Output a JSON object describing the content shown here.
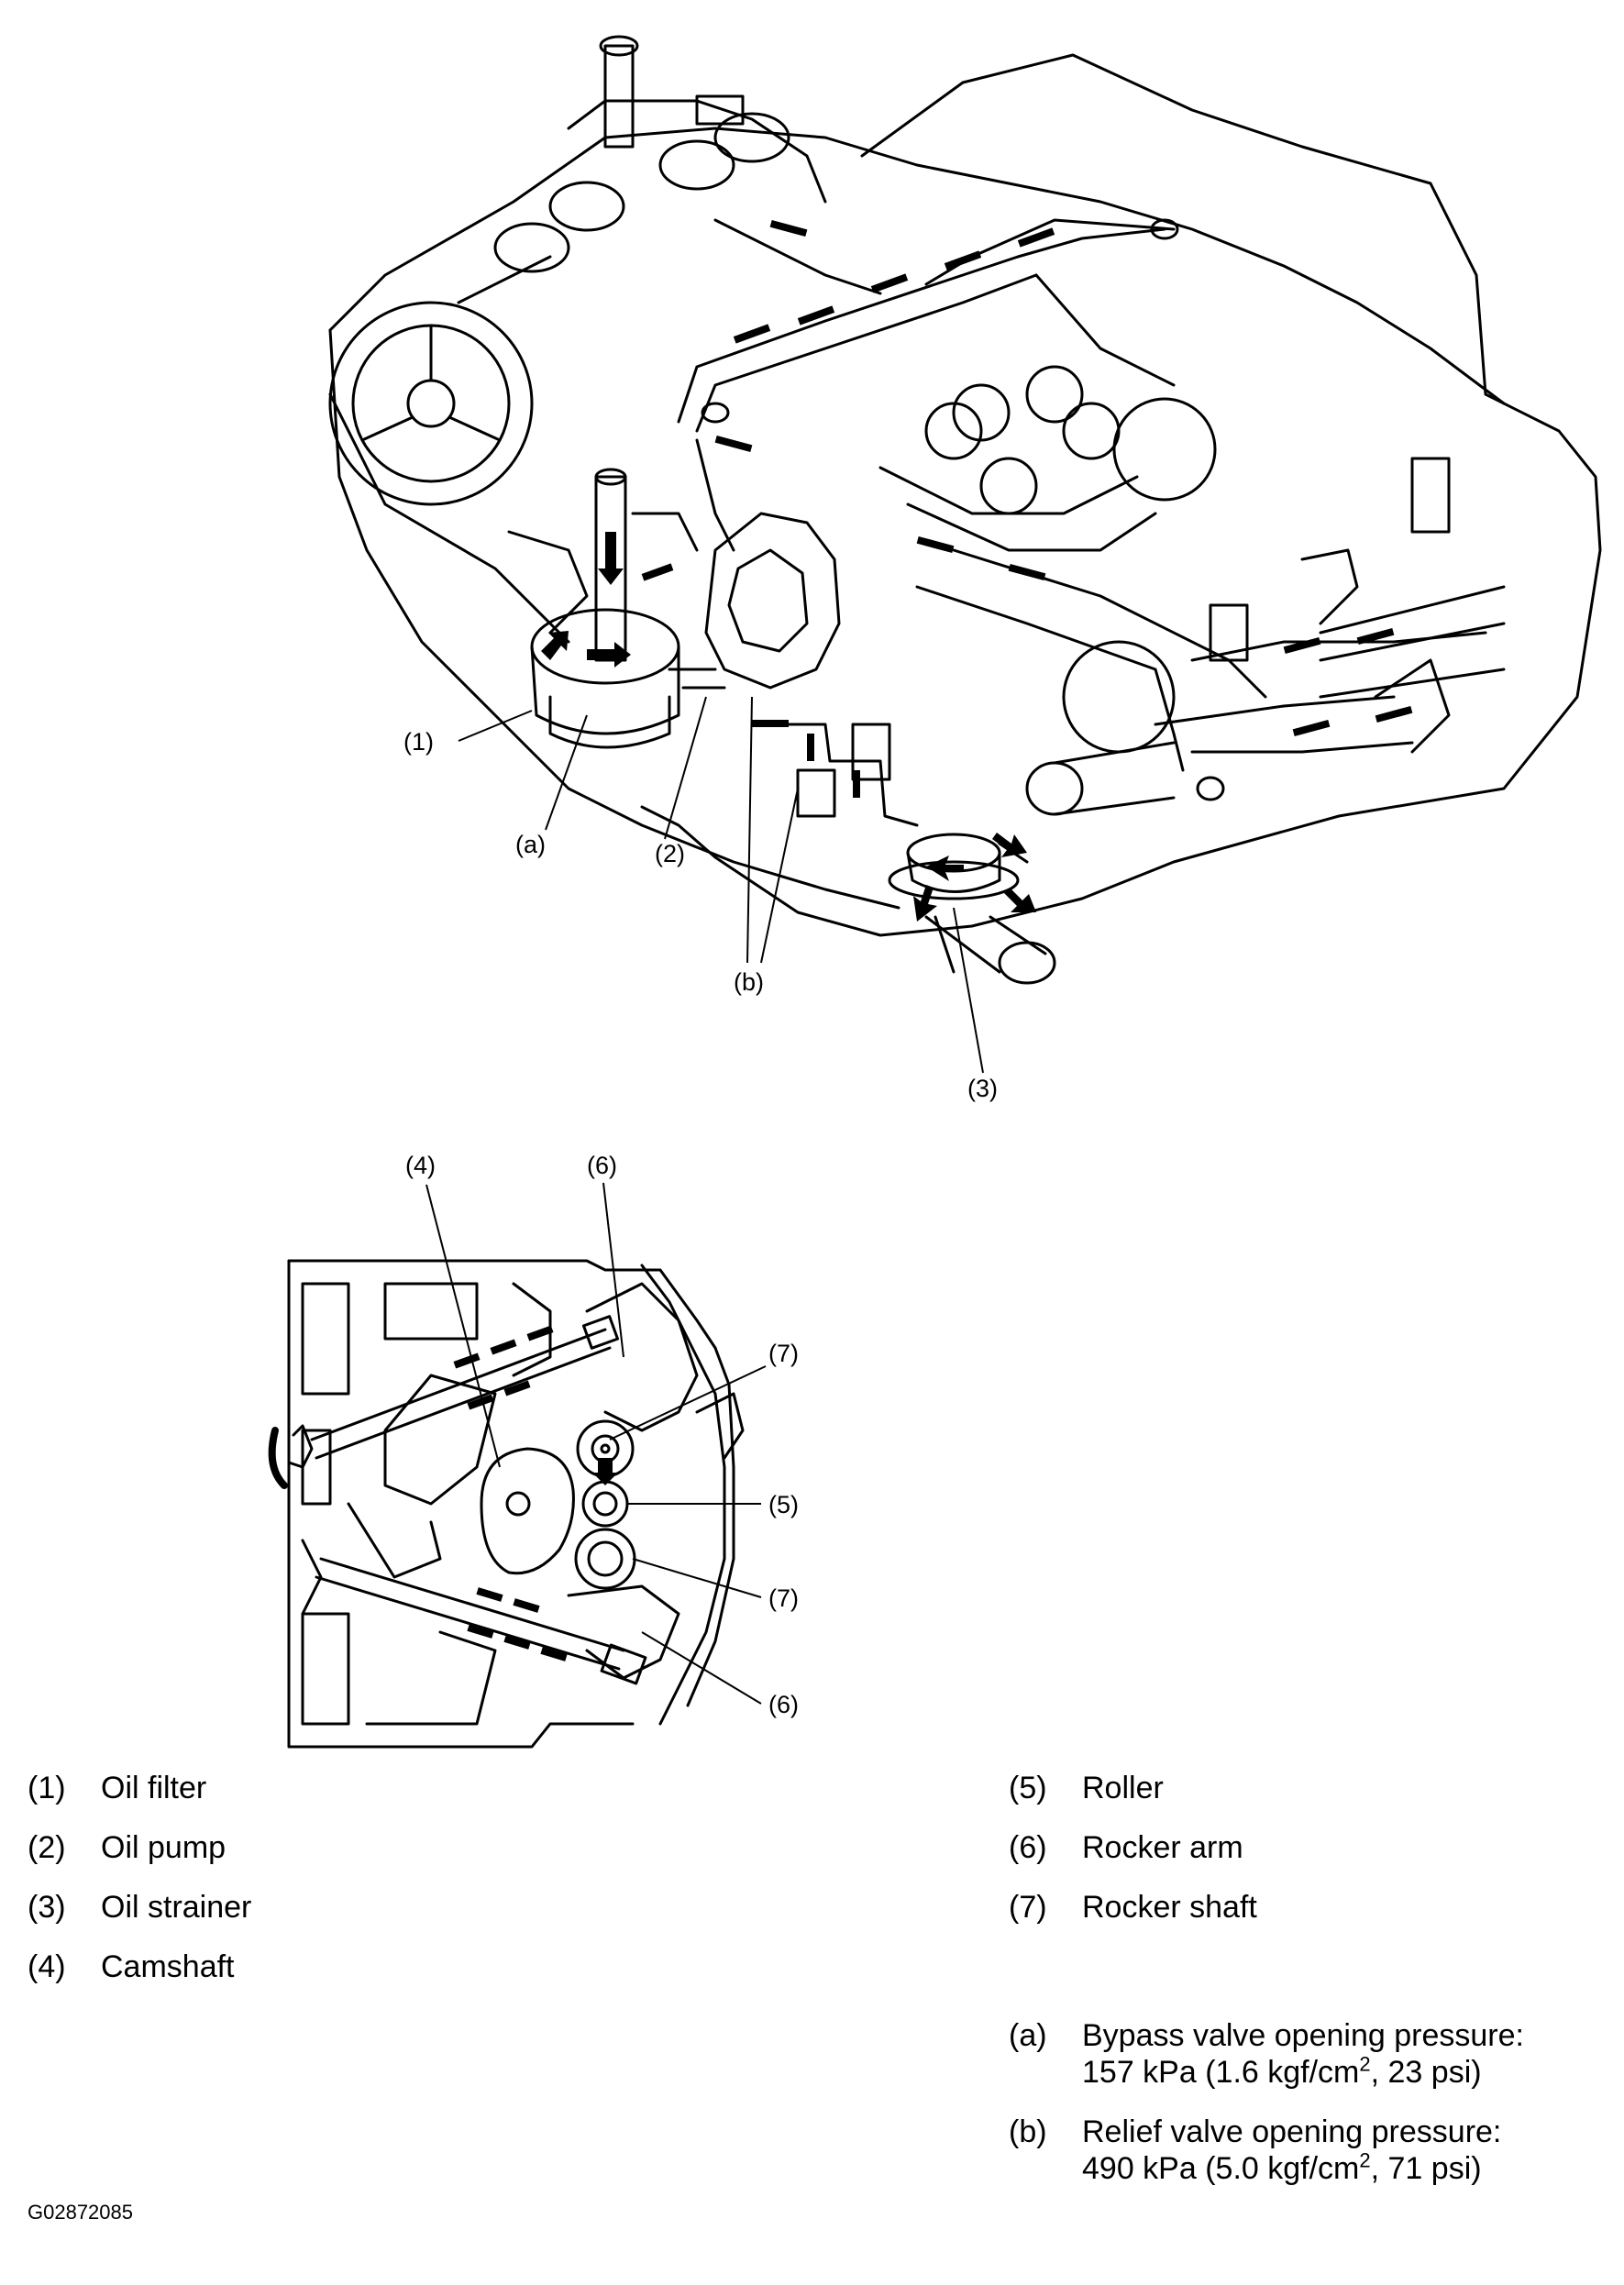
{
  "callouts": {
    "c1": "(1)",
    "ca": "(a)",
    "c2": "(2)",
    "cb": "(b)",
    "c3": "(3)",
    "d4": "(4)",
    "d6a": "(6)",
    "d7a": "(7)",
    "d5": "(5)",
    "d7b": "(7)",
    "d6b": "(6)"
  },
  "legend": {
    "i1": {
      "num": "(1)",
      "label": "Oil filter"
    },
    "i2": {
      "num": "(2)",
      "label": "Oil pump"
    },
    "i3": {
      "num": "(3)",
      "label": "Oil strainer"
    },
    "i4": {
      "num": "(4)",
      "label": "Camshaft"
    },
    "i5": {
      "num": "(5)",
      "label": "Roller"
    },
    "i6": {
      "num": "(6)",
      "label": "Rocker arm"
    },
    "i7": {
      "num": "(7)",
      "label": "Rocker shaft"
    },
    "na": {
      "num": "(a)",
      "line1": "Bypass valve opening pressure:",
      "pre": "157 kPa (1.6 kgf/cm",
      "sup": "2",
      "post": ", 23 psi)"
    },
    "nb": {
      "num": "(b)",
      "line1": "Relief valve opening pressure:",
      "pre": "490 kPa (5.0 kgf/cm",
      "sup": "2",
      "post": ", 71 psi)"
    }
  },
  "figure_code": "G02872085"
}
